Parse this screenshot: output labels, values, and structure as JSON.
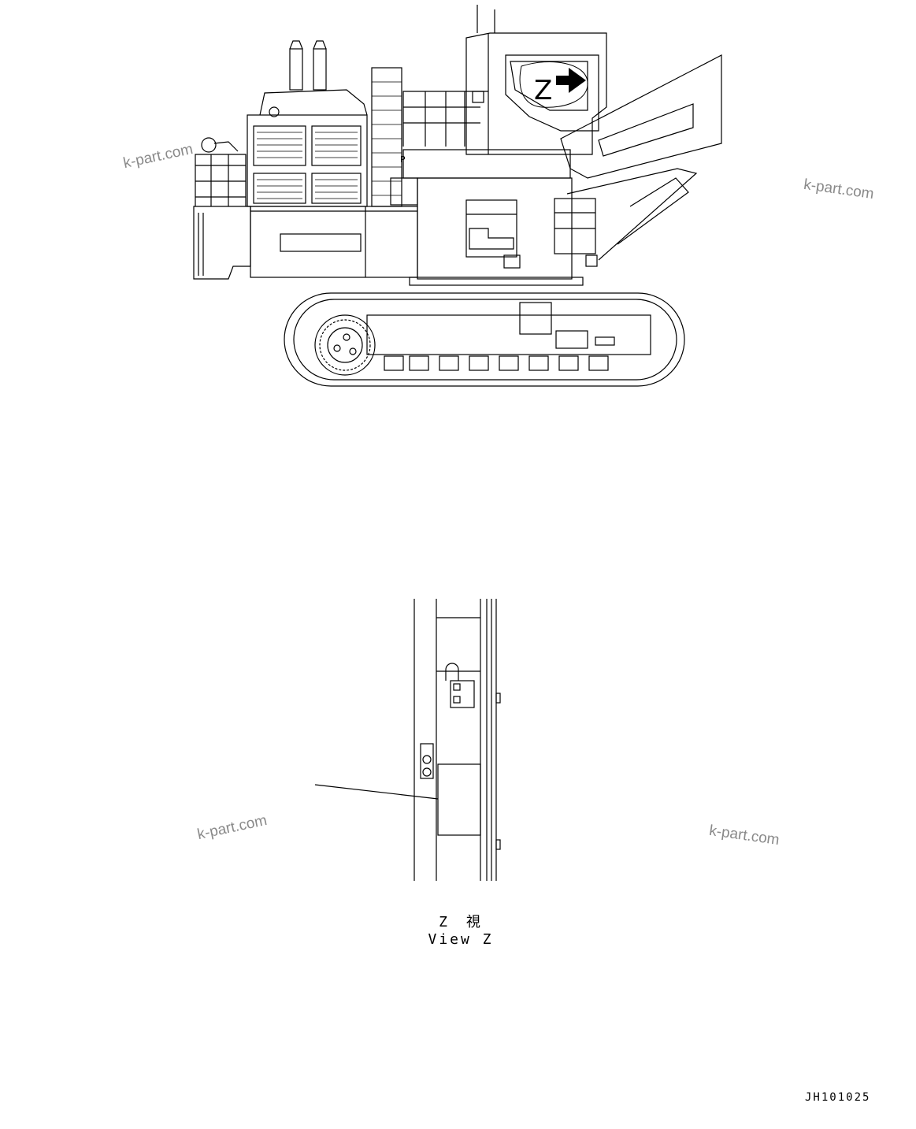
{
  "callout_letter": "Z",
  "view_caption_jp": "Z　視",
  "view_caption_en": "View Z",
  "drawing_code": "JH101025",
  "watermark": "k-part.com",
  "colors": {
    "line": "#000000",
    "watermark": "#8a8a8a",
    "background": "#ffffff"
  }
}
